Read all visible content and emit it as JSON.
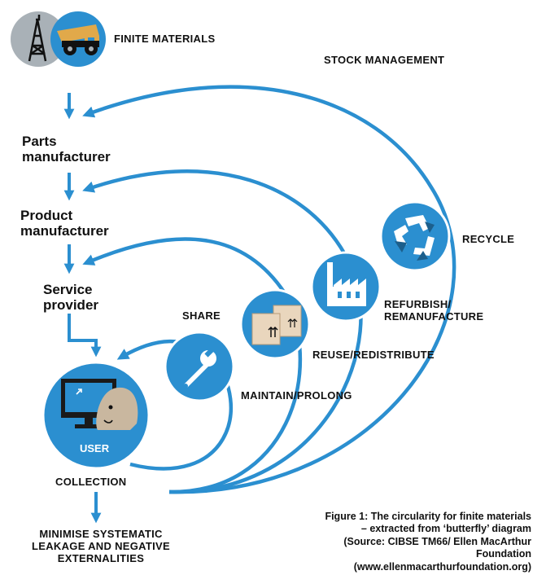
{
  "labels": {
    "finite_materials": "FINITE MATERIALS",
    "stock_management": "STOCK MANAGEMENT",
    "parts_manufacturer": "Parts manufacturer",
    "product_manufacturer": "Product manufacturer",
    "service_provider": "Service provider",
    "recycle": "RECYCLE",
    "refurbish": "REFURBISH/ REMANUFACTURE",
    "reuse": "REUSE/REDISTRIBUTE",
    "share": "SHARE",
    "maintain": "MAINTAIN/PROLONG",
    "user": "USER",
    "collection": "COLLECTION",
    "minimise": "MINIMISE SYSTEMATIC LEAKAGE AND NEGATIVE EXTERNALITIES"
  },
  "caption": "Figure 1: The circularity for finite materials – extracted from ‘butterfly’ diagram (Source: CIBSE TM66/ Ellen MacArthur Foundation (www.ellenmacarthurfoundation.org)",
  "colors": {
    "primary_blue": "#2b8fd0",
    "grey_circle": "#a9b1b7",
    "ink": "#111111",
    "box": "#e9d6bd",
    "skin": "#c9b79f"
  }
}
